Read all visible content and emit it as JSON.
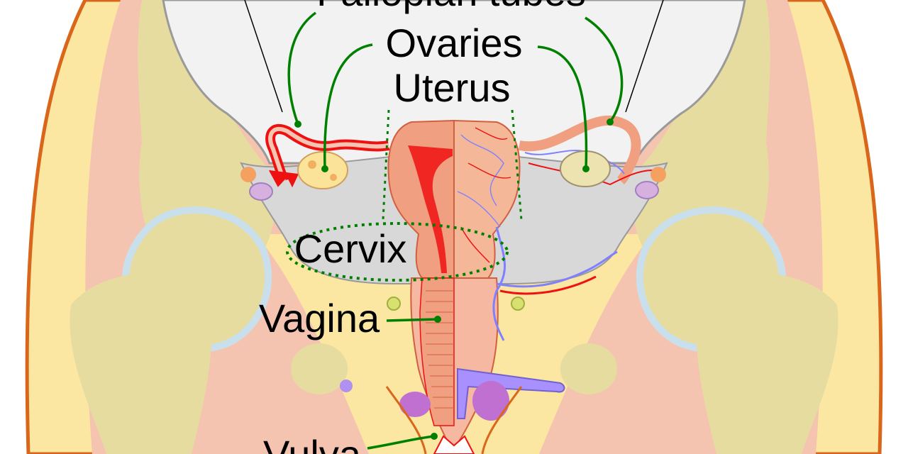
{
  "diagram": {
    "labels": {
      "fallopian_tubes": "Fallopian tubes",
      "ovaries": "Ovaries",
      "uterus": "Uterus",
      "cervix": "Cervix",
      "vagina": "Vagina",
      "vulva": "Vulva"
    },
    "colors": {
      "skin_outline": "#d9661a",
      "fat": "#fbe7a1",
      "muscle": "#f4c4b0",
      "bone": "#e6dca0",
      "cartilage": "#c9e0ec",
      "peritoneum": "#d8d8d8",
      "cavity": "#f2f2f2",
      "uterus": "#f0a080",
      "artery": "#ee1111",
      "vein": "#8080ff",
      "leader_line": "#008000",
      "ovary": "#fbe49a"
    }
  }
}
